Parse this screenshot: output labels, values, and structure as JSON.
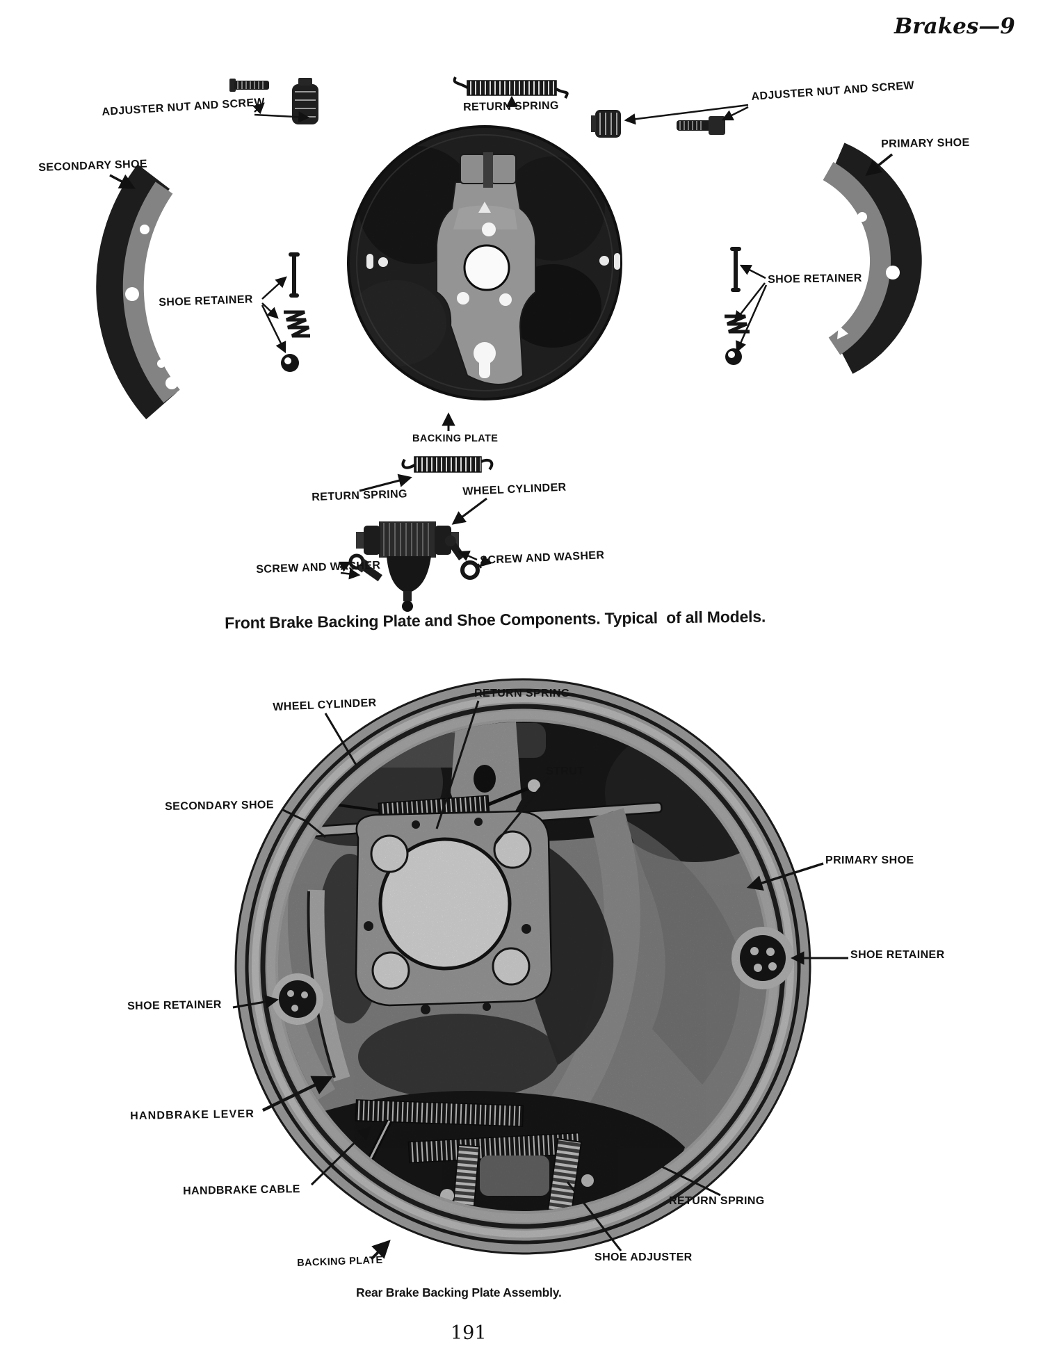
{
  "page": {
    "header_title": "Brakes—9",
    "page_number": "191",
    "paper_color": "#ffffff",
    "ink_color": "#111111"
  },
  "figure_front": {
    "caption": "Front Brake Backing Plate and Shoe Components. Typical  of all Models.",
    "labels": {
      "adjuster_nut_screw_left": "ADJUSTER NUT AND SCREW",
      "return_spring_top": "RETURN SPRING",
      "adjuster_nut_screw_right": "ADJUSTER NUT AND SCREW",
      "secondary_shoe": "SECONDARY SHOE",
      "primary_shoe": "PRIMARY SHOE",
      "shoe_retainer_left": "SHOE RETAINER",
      "shoe_retainer_right": "SHOE RETAINER",
      "backing_plate": "BACKING PLATE",
      "return_spring_bottom": "RETURN SPRING",
      "wheel_cylinder": "WHEEL CYLINDER",
      "screw_and_washer_left": "SCREW AND WASHER",
      "screw_and_washer_right": "SCREW AND WASHER"
    }
  },
  "figure_rear": {
    "caption": "Rear Brake Backing Plate Assembly.",
    "labels": {
      "wheel_cylinder": "WHEEL CYLINDER",
      "return_spring_top": "RETURN SPRING",
      "strut": "STRUT",
      "secondary_shoe": "SECONDARY SHOE",
      "primary_shoe": "PRIMARY SHOE",
      "shoe_retainer_right": "SHOE RETAINER",
      "shoe_retainer_left": "SHOE RETAINER",
      "handbrake_lever": "HANDBRAKE LEVER",
      "handbrake_cable": "HANDBRAKE CABLE",
      "backing_plate": "BACKING PLATE",
      "shoe_adjuster": "SHOE ADJUSTER",
      "return_spring_bottom": "RETURN SPRING"
    }
  }
}
